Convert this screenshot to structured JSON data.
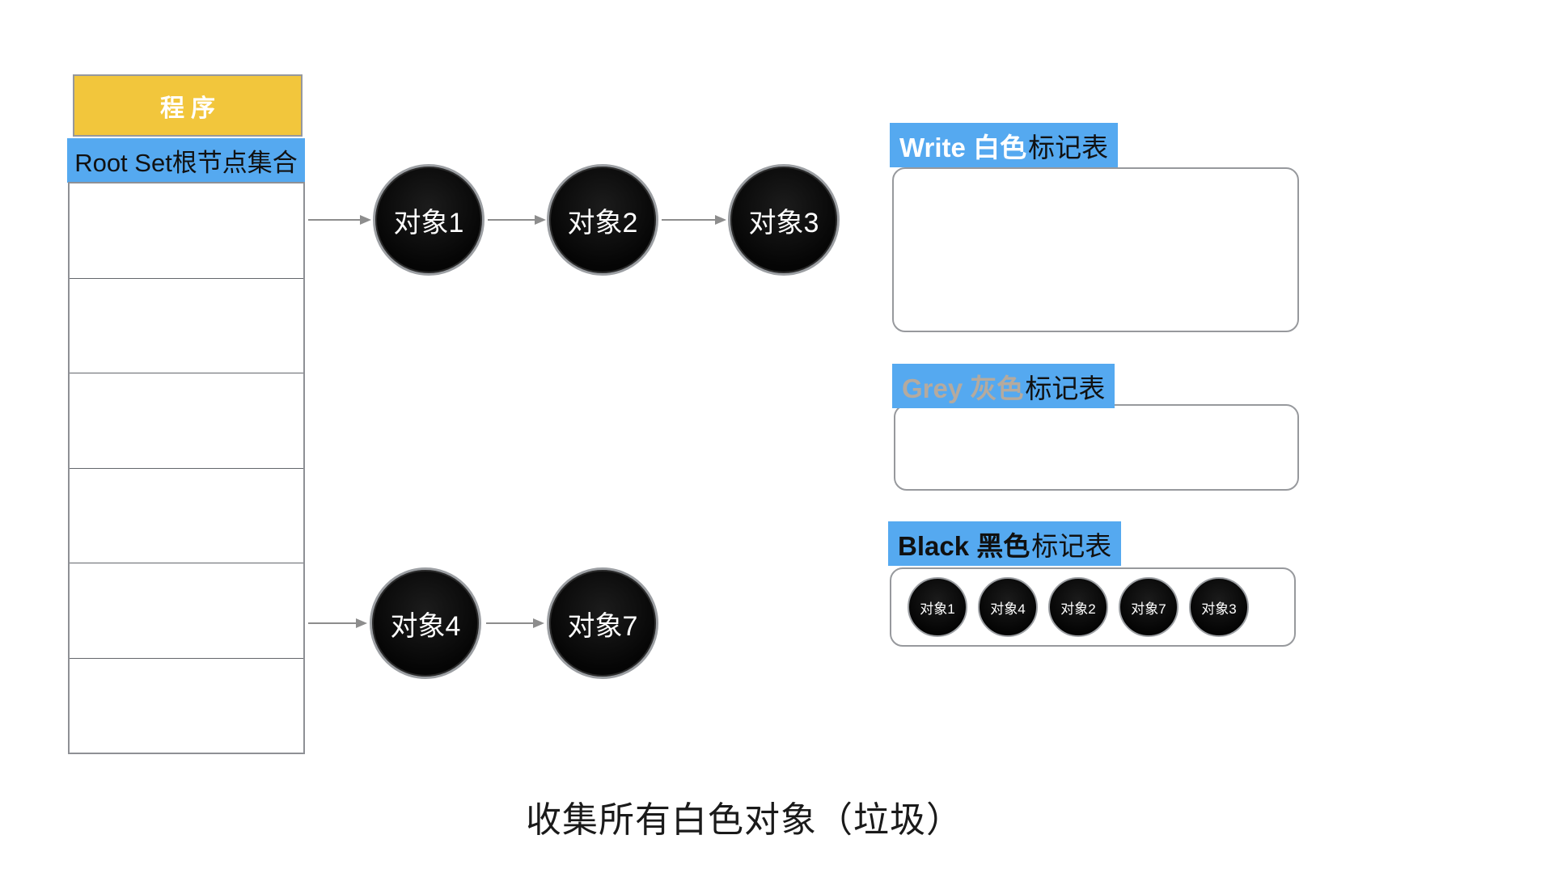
{
  "diagram": {
    "program_label": "程序",
    "root_set_label": "Root Set根节点集合",
    "heap_rows": 6,
    "chain1": [
      "对象1",
      "对象2",
      "对象3"
    ],
    "chain2": [
      "对象4",
      "对象7"
    ],
    "tables": {
      "white": {
        "title_colored": "Write 白色",
        "title_suffix": "标记表",
        "items": []
      },
      "grey": {
        "title_colored": "Grey 灰色",
        "title_suffix": "标记表",
        "items": []
      },
      "black": {
        "title_colored": "Black 黑色",
        "title_suffix": "标记表",
        "items": [
          "对象1",
          "对象4",
          "对象2",
          "对象7",
          "对象3"
        ]
      }
    },
    "caption": "收集所有白色对象（垃圾）",
    "colors": {
      "highlight_blue": "#55a9f0",
      "program_yellow": "#f2c63c",
      "grey_word": "#b5aa9e",
      "arrow_grey": "#8d8d8d",
      "circle_fill": "#0a0a0a",
      "circle_ring": "#9c9fa3"
    }
  }
}
